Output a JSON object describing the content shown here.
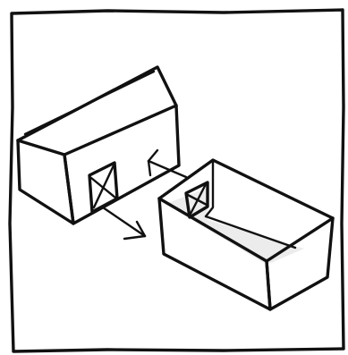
{
  "illustration": {
    "subject": "barn-and-open-box-sketch",
    "ink_color": "#111111",
    "paper_color": "#ffffff",
    "elements": [
      "frame-border",
      "barn",
      "barn-door",
      "open-box",
      "box-door",
      "arrow-to-box",
      "arrow-from-box"
    ]
  }
}
